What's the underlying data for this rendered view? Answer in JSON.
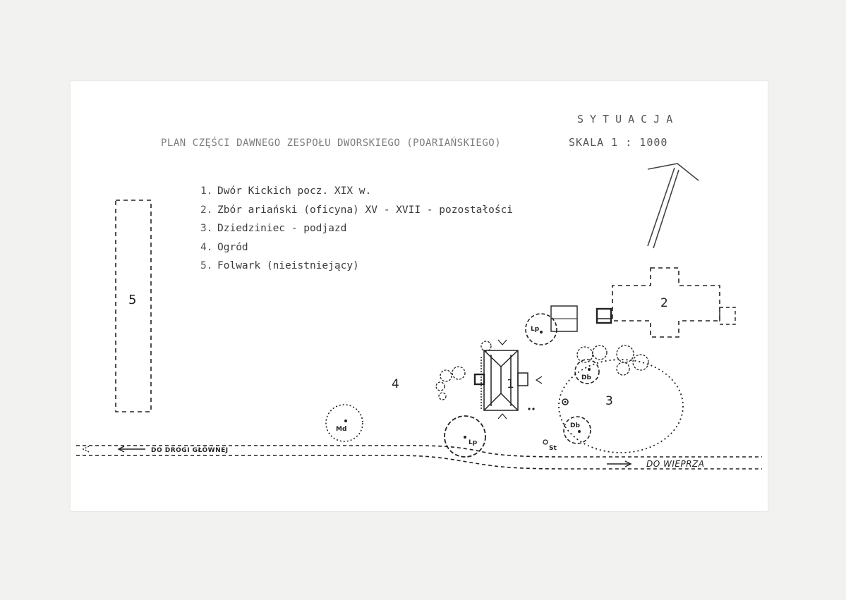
{
  "heading": "SYTUACJA",
  "plan_title": "PLAN CZĘŚCI DAWNEGO ZESPOŁU DWORSKIEGO (POARIAŃSKIEGO)",
  "scale": "SKALA 1 : 1000",
  "legend": [
    {
      "num": "1.",
      "label": "Dwór Kickich pocz. XIX w."
    },
    {
      "num": "2.",
      "label": "Zbór ariański (oficyna) XV - XVII - pozostałości"
    },
    {
      "num": "3.",
      "label": "Dziedziniec - podjazd"
    },
    {
      "num": "4.",
      "label": "Ogród"
    },
    {
      "num": "5.",
      "label": "Folwark (nieistniejący)"
    }
  ],
  "map_labels": {
    "zone1": "1",
    "zone2": "2",
    "zone3": "3",
    "zone4": "4",
    "zone5": "5",
    "tree_lp_top": "Lp",
    "tree_lp_bottom": "Lp",
    "tree_md": "Md",
    "tree_db_top": "Db",
    "tree_db_bottom": "Db",
    "st": "St"
  },
  "roads": {
    "left_direction": "DO DROGI GŁÓWNEJ",
    "right_direction": "DO WIEPRZA"
  },
  "colors": {
    "ink": "#222222",
    "paper": "#ffffff",
    "background": "#f2f2f0"
  }
}
